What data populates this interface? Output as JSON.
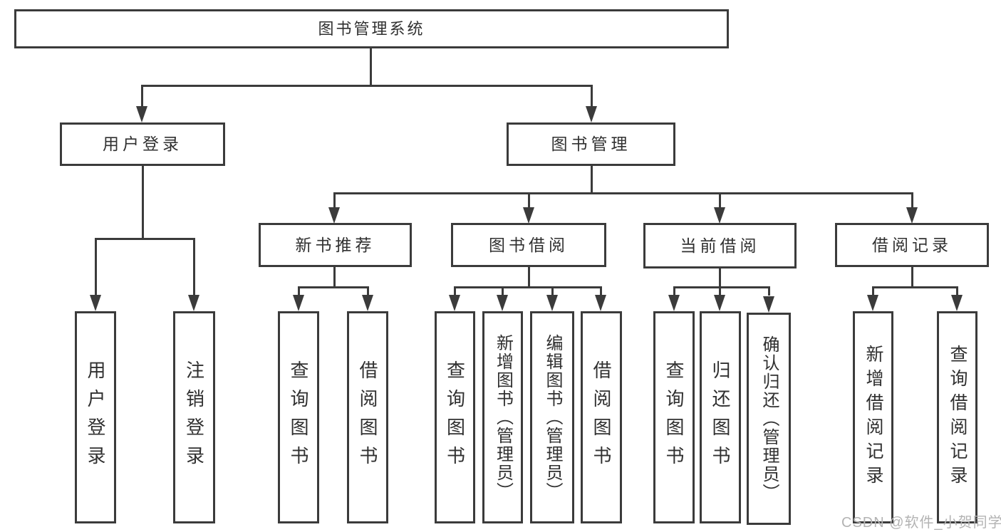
{
  "diagram_type": "functional-structure-tree",
  "colors": {
    "background": "#ffffff",
    "line": "#3b3b3b",
    "box_border": "#3b3b3b",
    "text": "#303030",
    "watermark": "#b3b3b3"
  },
  "hierarchy": {
    "label": "图书管理系统",
    "children": [
      {
        "label": "用户登录",
        "children": [
          {
            "label": "用户登录"
          },
          {
            "label": "注销登录"
          }
        ]
      },
      {
        "label": "图书管理",
        "children": [
          {
            "label": "新书推荐",
            "children": [
              {
                "label": "查询图书"
              },
              {
                "label": "借阅图书"
              }
            ]
          },
          {
            "label": "图书借阅",
            "children": [
              {
                "label": "查询图书"
              },
              {
                "label": "新增图书（管理员）"
              },
              {
                "label": "编辑图书（管理员）"
              },
              {
                "label": "借阅图书"
              }
            ]
          },
          {
            "label": "当前借阅",
            "children": [
              {
                "label": "查询图书"
              },
              {
                "label": "归还图书"
              },
              {
                "label": "确认归还（管理员）"
              }
            ]
          },
          {
            "label": "借阅记录",
            "children": [
              {
                "label": "新增借阅记录"
              },
              {
                "label": "查询借阅记录"
              }
            ]
          }
        ]
      }
    ]
  },
  "watermark": {
    "text": "CSDN @软件_小贺同学"
  }
}
